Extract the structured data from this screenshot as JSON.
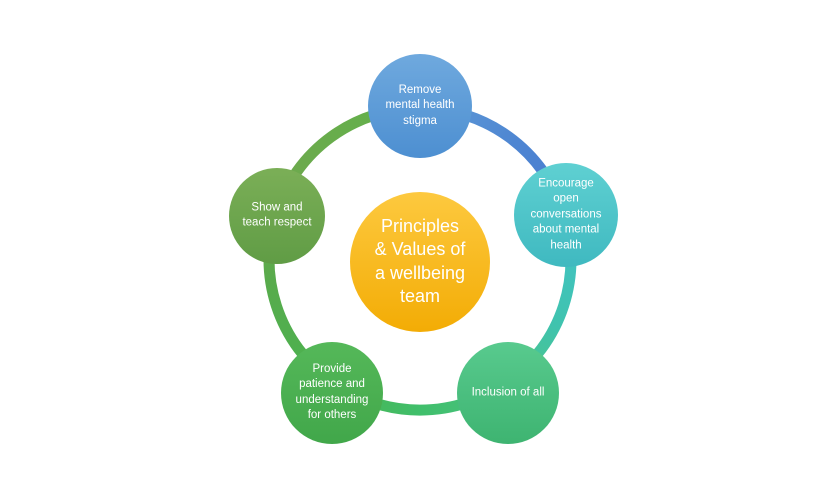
{
  "diagram": {
    "type": "cycle",
    "background_color": "#ffffff",
    "text_color": "#ffffff",
    "center": {
      "label": "Principles\n& Values of\na wellbeing\nteam",
      "color_top": "#FDC93F",
      "color_bottom": "#F3AC05"
    },
    "nodes": [
      {
        "id": "remove-stigma",
        "position": "top",
        "label": "Remove\nmental health\nstigma",
        "color_top": "#6FA9DE",
        "color_bottom": "#4D8FD1"
      },
      {
        "id": "open-conversations",
        "position": "right",
        "label": "Encourage\nopen\nconversations\nabout mental\nhealth",
        "color_top": "#5FD0D2",
        "color_bottom": "#3FB9C0"
      },
      {
        "id": "inclusion",
        "position": "bottom-right",
        "label": "Inclusion of all",
        "color_top": "#58CA8E",
        "color_bottom": "#3EB471"
      },
      {
        "id": "patience-understanding",
        "position": "bottom-left",
        "label": "Provide\npatience and\nunderstanding\nfor others",
        "color_top": "#55B859",
        "color_bottom": "#41A74A"
      },
      {
        "id": "teach-respect",
        "position": "left",
        "label": "Show and\nteach respect",
        "color_top": "#7BAF57",
        "color_bottom": "#609C45"
      }
    ],
    "ring": {
      "segments": [
        {
          "id": "top-to-right",
          "stops": {
            "s0": "#5F9AD6",
            "s1": "#4E86D2",
            "s2": "#4A7ED0",
            "s3": "#45C5C9"
          }
        },
        {
          "id": "right-to-bottom-right",
          "stops": {
            "s0": "#43C3C8",
            "s1": "#3FC3AE",
            "s2": "#4CC487"
          }
        },
        {
          "id": "bottom-right-to-bottom-left",
          "stops": {
            "s0": "#4AC183",
            "s1": "#40BF6B",
            "s2": "#4AB250"
          }
        },
        {
          "id": "bottom-left-to-left",
          "stops": {
            "s0": "#4AB250",
            "s1": "#58AB4C",
            "s2": "#6FA74E"
          }
        },
        {
          "id": "left-to-top",
          "stops": {
            "s0": "#6FA74E",
            "s1": "#64B04B",
            "s2": "#5B9BD5"
          }
        }
      ]
    }
  }
}
